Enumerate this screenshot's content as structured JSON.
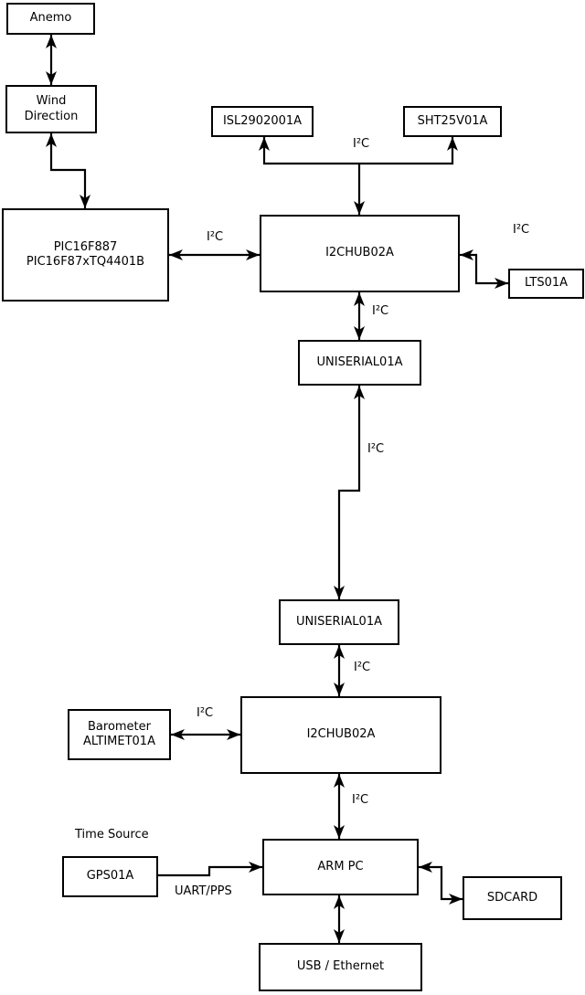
{
  "diagram": {
    "background_color": "#ffffff",
    "line_color": "#000000",
    "nodes": [
      {
        "id": "anemo",
        "label": "Anemo"
      },
      {
        "id": "wind",
        "label": "Wind\nDirection"
      },
      {
        "id": "pic",
        "label": "PIC16F887\nPIC16F87xTQ4401B"
      },
      {
        "id": "isl",
        "label": "ISL2902001A"
      },
      {
        "id": "sht",
        "label": "SHT25V01A"
      },
      {
        "id": "hub1",
        "label": "I2CHUB02A"
      },
      {
        "id": "lts",
        "label": "LTS01A"
      },
      {
        "id": "uniserial1",
        "label": "UNISERIAL01A"
      },
      {
        "id": "uniserial2",
        "label": "UNISERIAL01A"
      },
      {
        "id": "hub2",
        "label": "I2CHUB02A"
      },
      {
        "id": "barometer",
        "label": "Barometer\nALTIMET01A"
      },
      {
        "id": "gps",
        "label": "GPS01A"
      },
      {
        "id": "armpc",
        "label": "ARM PC"
      },
      {
        "id": "sdcard",
        "label": "SDCARD"
      },
      {
        "id": "usb",
        "label": "USB / Ethernet"
      }
    ],
    "edge_labels": [
      {
        "text": "I²C"
      },
      {
        "text": "I²C"
      },
      {
        "text": "I²C"
      },
      {
        "text": "I²C"
      },
      {
        "text": "I²C"
      },
      {
        "text": "I²C"
      },
      {
        "text": "I²C"
      },
      {
        "text": "I²C"
      },
      {
        "text": "Time Source"
      },
      {
        "text": "UART/PPS"
      }
    ]
  }
}
